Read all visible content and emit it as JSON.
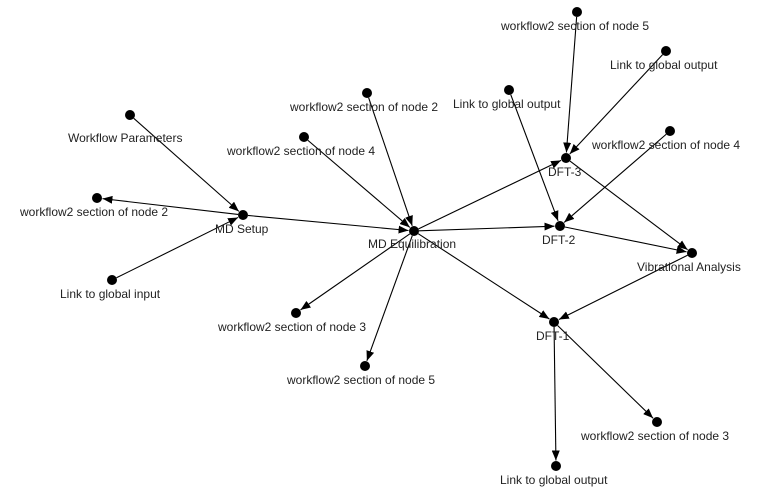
{
  "graph": {
    "type": "directed-graph",
    "colors": {
      "node": "#000000",
      "edge": "#000000",
      "label": "#222222",
      "background": "#ffffff"
    },
    "nodes": [
      {
        "id": "workflow-parameters",
        "label": "Workflow Parameters"
      },
      {
        "id": "md-setup",
        "label": "MD Setup"
      },
      {
        "id": "wf2-node2-left",
        "label": "workflow2 section of node 2"
      },
      {
        "id": "link-global-input",
        "label": "Link to global input"
      },
      {
        "id": "wf2-node2-top",
        "label": "workflow2 section of node 2"
      },
      {
        "id": "wf2-node4-left",
        "label": "workflow2 section of node 4"
      },
      {
        "id": "md-equilibration",
        "label": "MD Equilibration"
      },
      {
        "id": "wf2-node3-mid",
        "label": "workflow2 section of node 3"
      },
      {
        "id": "wf2-node5-bottom",
        "label": "workflow2 section of node 5"
      },
      {
        "id": "wf2-node5-top",
        "label": "workflow2 section of node 5"
      },
      {
        "id": "link-global-output-top",
        "label": "Link to global output"
      },
      {
        "id": "link-global-output-mid",
        "label": "Link to global output"
      },
      {
        "id": "dft-3",
        "label": "DFT-3"
      },
      {
        "id": "wf2-node4-right",
        "label": "workflow2 section of node 4"
      },
      {
        "id": "dft-2",
        "label": "DFT-2"
      },
      {
        "id": "vibrational-analysis",
        "label": "Vibrational Analysis"
      },
      {
        "id": "dft-1",
        "label": "DFT-1"
      },
      {
        "id": "wf2-node3-bottom",
        "label": "workflow2 section of node 3"
      },
      {
        "id": "link-global-output-bottom",
        "label": "Link to global output"
      }
    ],
    "edges": [
      {
        "from": "workflow-parameters",
        "to": "md-setup"
      },
      {
        "from": "md-setup",
        "to": "wf2-node2-left"
      },
      {
        "from": "link-global-input",
        "to": "md-setup"
      },
      {
        "from": "md-setup",
        "to": "md-equilibration"
      },
      {
        "from": "wf2-node2-top",
        "to": "md-equilibration"
      },
      {
        "from": "wf2-node4-left",
        "to": "md-equilibration"
      },
      {
        "from": "md-equilibration",
        "to": "wf2-node3-mid"
      },
      {
        "from": "md-equilibration",
        "to": "wf2-node5-bottom"
      },
      {
        "from": "md-equilibration",
        "to": "dft-3"
      },
      {
        "from": "md-equilibration",
        "to": "dft-2"
      },
      {
        "from": "md-equilibration",
        "to": "dft-1"
      },
      {
        "from": "wf2-node5-top",
        "to": "dft-3"
      },
      {
        "from": "link-global-output-top",
        "to": "dft-3"
      },
      {
        "from": "link-global-output-mid",
        "to": "dft-2"
      },
      {
        "from": "wf2-node4-right",
        "to": "dft-2"
      },
      {
        "from": "dft-3",
        "to": "vibrational-analysis"
      },
      {
        "from": "dft-2",
        "to": "vibrational-analysis"
      },
      {
        "from": "vibrational-analysis",
        "to": "dft-1"
      },
      {
        "from": "dft-1",
        "to": "link-global-output-bottom"
      },
      {
        "from": "dft-1",
        "to": "wf2-node3-bottom"
      }
    ]
  }
}
